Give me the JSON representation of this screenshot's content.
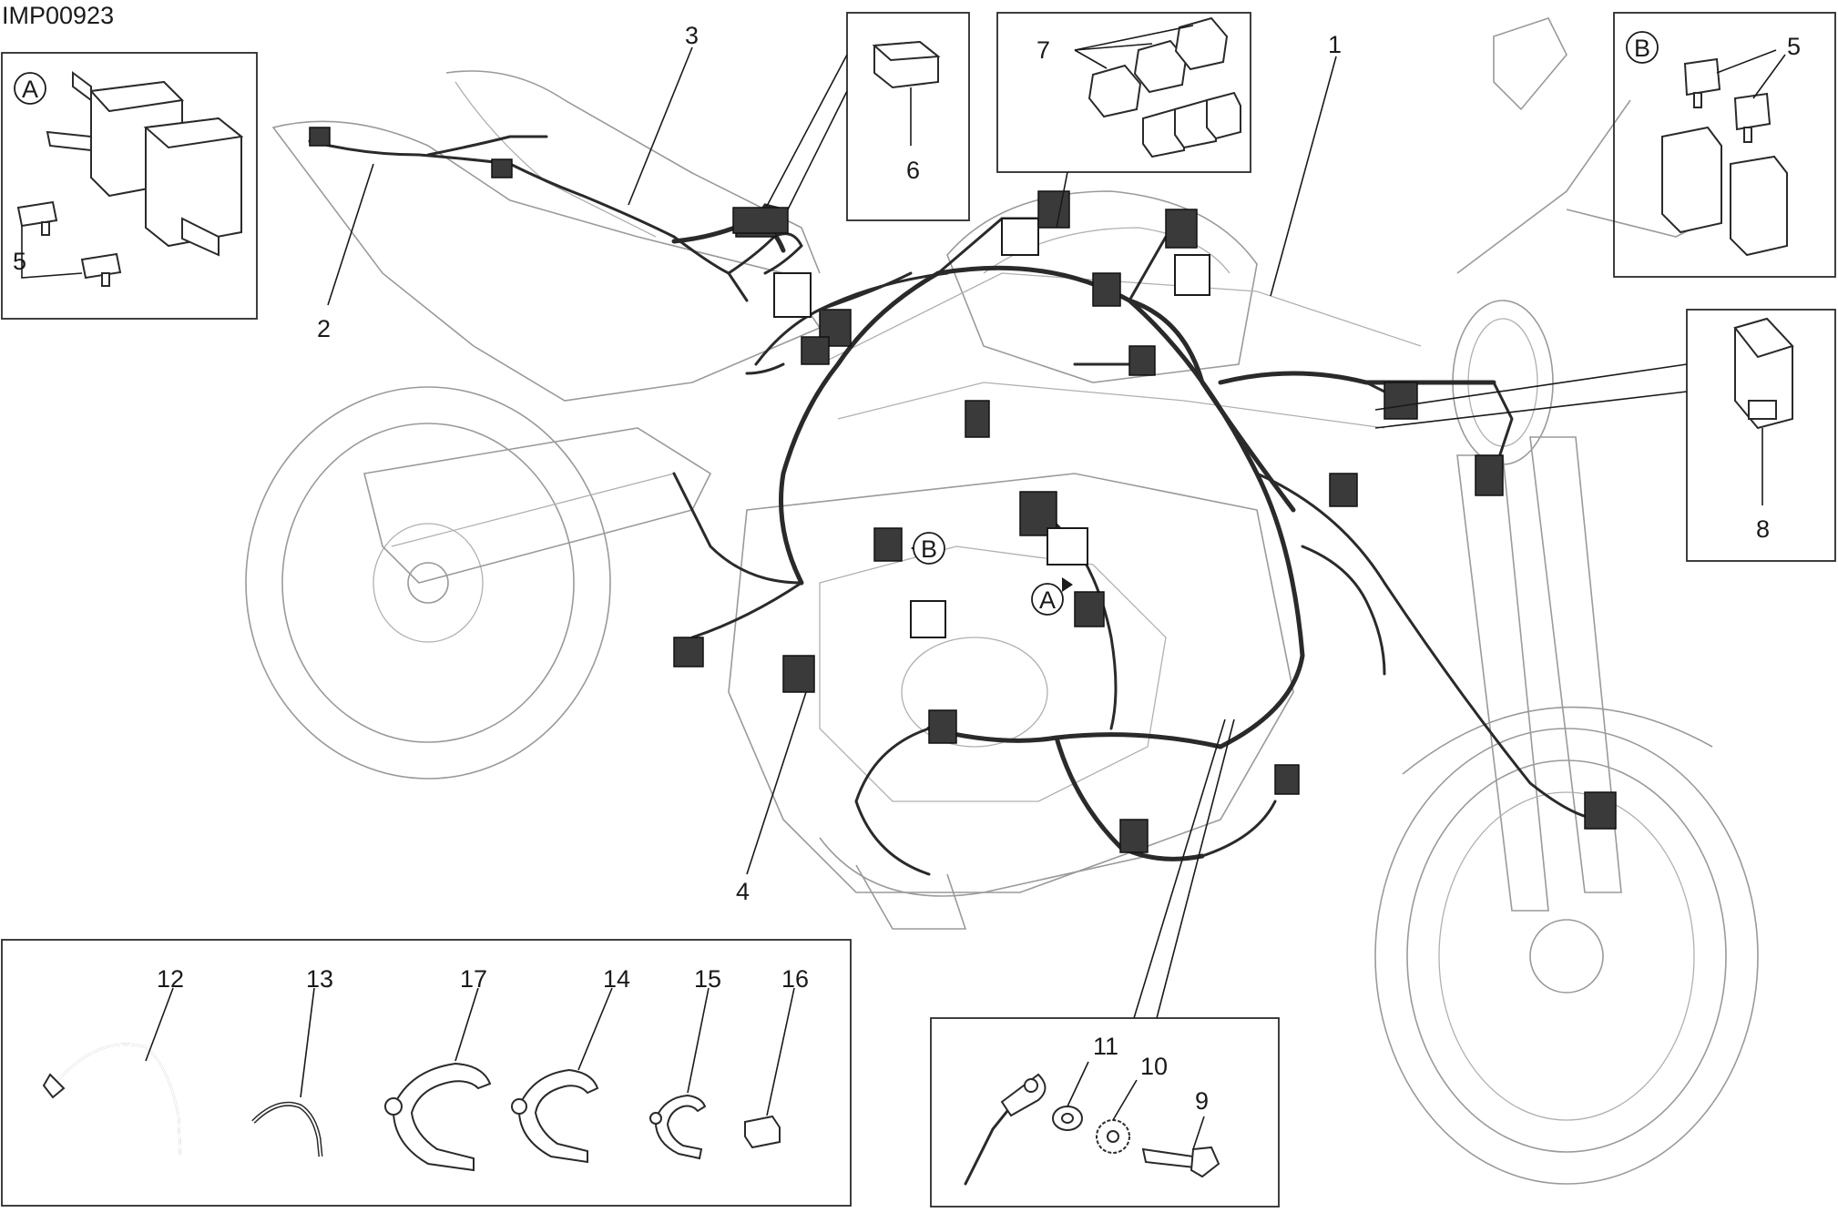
{
  "drawing_code": "IMP00923",
  "detail_markers": {
    "A": "A",
    "B": "B"
  },
  "callouts": {
    "c1": "1",
    "c2": "2",
    "c3": "3",
    "c4": "4",
    "c5a": "5",
    "c5b": "5",
    "c6": "6",
    "c7": "7",
    "c8": "8",
    "c9": "9",
    "c10": "10",
    "c11": "11",
    "c12": "12",
    "c13": "13",
    "c14": "14",
    "c15": "15",
    "c16": "16",
    "c17": "17"
  }
}
